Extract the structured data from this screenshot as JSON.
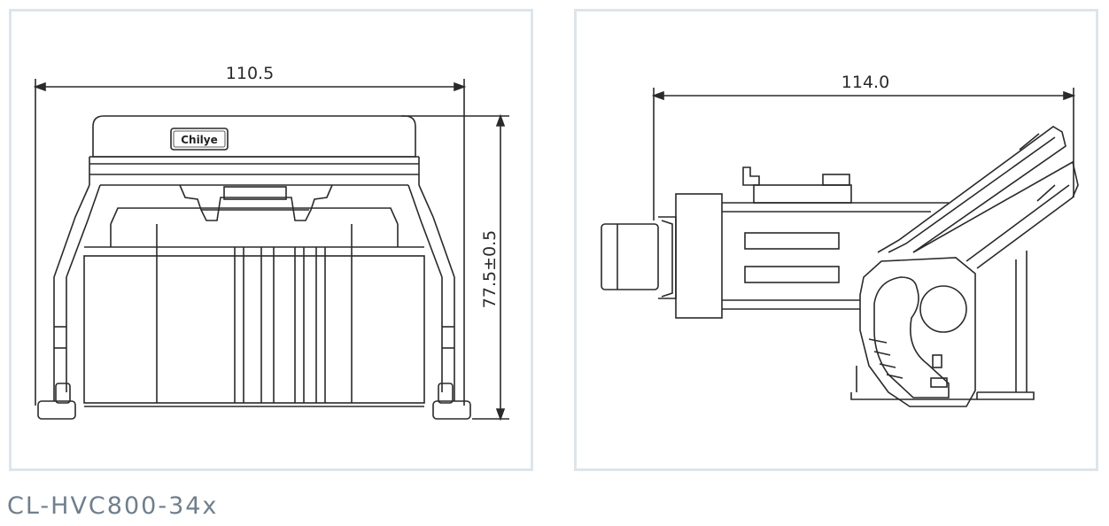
{
  "front_view": {
    "width_dimension": "110.5",
    "height_dimension": "77.5±0.5",
    "brand": "Chilye"
  },
  "side_view": {
    "length_dimension": "114.0"
  },
  "model": "CL-HVC800-34x"
}
